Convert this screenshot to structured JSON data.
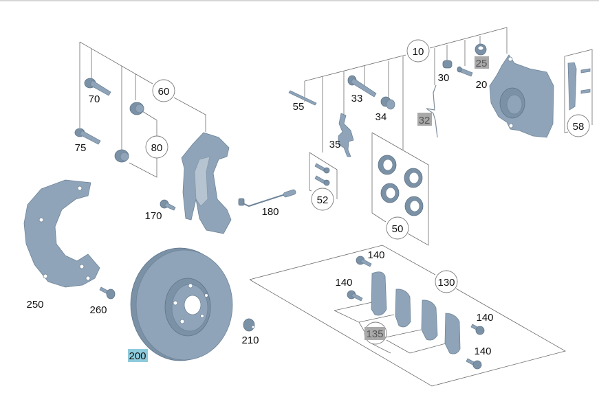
{
  "diagram": {
    "title": "Front brake assembly exploded view",
    "highlight_colors": {
      "grey": "#a9a9a9",
      "blue": "#8ecbdc"
    },
    "callouts": [
      {
        "id": "10",
        "label": "10",
        "style": "circle"
      },
      {
        "id": "50",
        "label": "50",
        "style": "circle"
      },
      {
        "id": "52",
        "label": "52",
        "style": "circle"
      },
      {
        "id": "58",
        "label": "58",
        "style": "circle"
      },
      {
        "id": "60",
        "label": "60",
        "style": "circle"
      },
      {
        "id": "80",
        "label": "80",
        "style": "circle"
      },
      {
        "id": "130",
        "label": "130",
        "style": "circle"
      },
      {
        "id": "135",
        "label": "135",
        "style": "circle-grey"
      }
    ],
    "labels": {
      "p20": "20",
      "p25": "25",
      "p30": "30",
      "p32": "32",
      "p33": "33",
      "p34": "34",
      "p35": "35",
      "p55": "55",
      "p70": "70",
      "p75": "75",
      "p140a": "140",
      "p140b": "140",
      "p140c": "140",
      "p140d": "140",
      "p170": "170",
      "p180": "180",
      "p200": "200",
      "p210": "210",
      "p250": "250",
      "p260": "260"
    },
    "highlighted": {
      "grey": [
        "25",
        "32",
        "135"
      ],
      "blue": [
        "200"
      ]
    }
  }
}
